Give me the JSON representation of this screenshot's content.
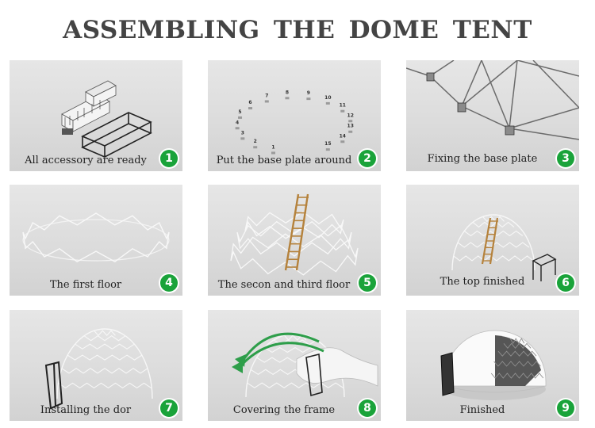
{
  "title": "ASSEMBLING  THE DOME TENT",
  "steps": [
    {
      "caption": "All accessory are ready",
      "badge": "1"
    },
    {
      "caption": "Put the base plate around",
      "badge": "2"
    },
    {
      "caption": "Fixing the base plate",
      "badge": "3"
    },
    {
      "caption": "The first floor",
      "badge": "4"
    },
    {
      "caption": "The secon and third floor",
      "badge": "5"
    },
    {
      "caption": "The top finished",
      "badge": "6"
    },
    {
      "caption": "Installing the dor",
      "badge": "7"
    },
    {
      "caption": "Covering the frame",
      "badge": "8"
    },
    {
      "caption": "Finished",
      "badge": "9"
    }
  ],
  "plate_numbers": [
    "1",
    "2",
    "3",
    "4",
    "5",
    "6",
    "7",
    "8",
    "9",
    "10",
    "11",
    "12",
    "13",
    "14",
    "15"
  ],
  "colors": {
    "badge": "#1aa33a",
    "arrow": "#2e9e4a",
    "ladder": "#b5823c"
  }
}
